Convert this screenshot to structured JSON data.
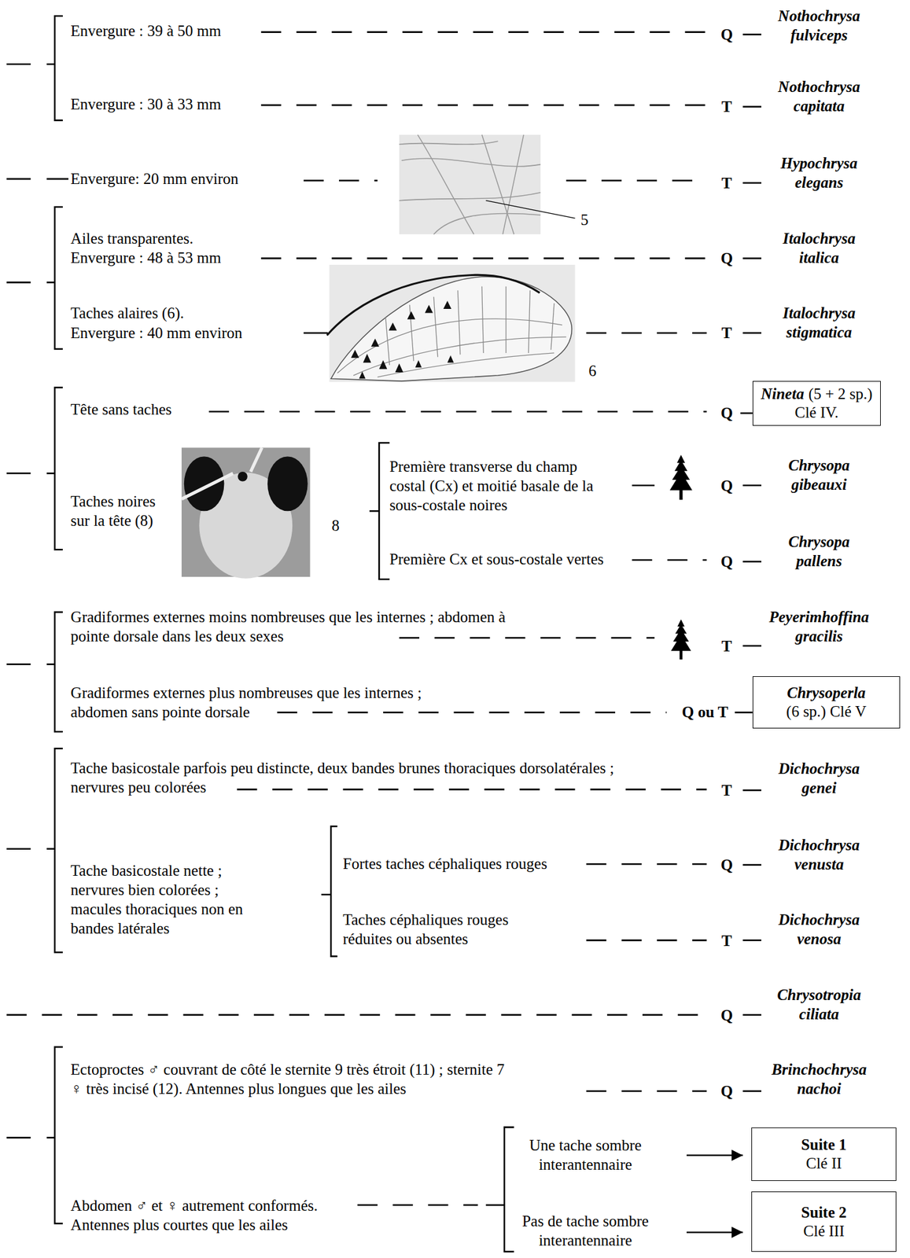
{
  "diagram": {
    "nodes": [
      {
        "text": [
          "Nineta",
          "(5 + 2 sp.)",
          "Clé IV."
        ]
      },
      {
        "text": [
          "Chrysoperla",
          "(6 sp.) Clé V"
        ]
      },
      {
        "text": [
          "Suite 1",
          "Clé II"
        ]
      },
      {
        "text": [
          "Suite 2",
          "Clé III"
        ]
      }
    ],
    "labels": [
      "Envergure : 39 à 50 mm",
      "Q",
      "Nothochrysa fulviceps",
      "Envergure : 30 à 33 mm",
      "T",
      "Nothochrysa capitata",
      "Envergure: 20 mm environ",
      "5",
      "T",
      "Hypochrysa elegans",
      "Ailes transparentes.",
      "Envergure : 48 à 53 mm",
      "Q",
      "Italochrysa italica",
      "Taches alaires (6).",
      "Envergure : 40 mm environ",
      "6",
      "T",
      "Italochrysa stigmatica",
      "Tête sans taches",
      "Q",
      "Taches noires sur la tête (8)",
      "8",
      "Première transverse du champ costal (Cx) et moitié basale de la sous-costale noires",
      "Q",
      "Chrysopa gibeauxi",
      "Première Cx et sous-costale vertes",
      "Q",
      "Chrysopa pallens",
      "Gradiformes externes moins nombreuses que les internes ; abdomen à pointe dorsale dans les deux sexes",
      "T",
      "Peyerimhoffina gracilis",
      "Gradiformes externes plus nombreuses que les internes ; abdomen sans pointe dorsale",
      "Q ou T",
      "Tache basicostale parfois peu distincte, deux bandes brunes thoraciques dorsolatérales ; nervures peu colorées",
      "T",
      "Dichochrysa genei",
      "Tache basicostale nette ; nervures bien colorées ; macules thoraciques non en bandes latérales",
      "Fortes taches céphaliques rouges",
      "Q",
      "Dichochrysa venusta",
      "Taches céphaliques rouges réduites ou absentes",
      "T",
      "Dichochrysa venosa",
      "Q",
      "Chrysotropia ciliata",
      "Ectoproctes ♂ couvrant de côté le sternite 9 très étroit (11) ; sternite 7 ♀ très incisé (12). Antennes plus longues que les ailes",
      "Q",
      "Brinchochrysa nachoi",
      "Une tache sombre interantennaire",
      "Abdomen ♂ et ♀ autrement conformés. Antennes plus courtes que les ailes",
      "Pas de tache sombre interantennaire"
    ]
  }
}
